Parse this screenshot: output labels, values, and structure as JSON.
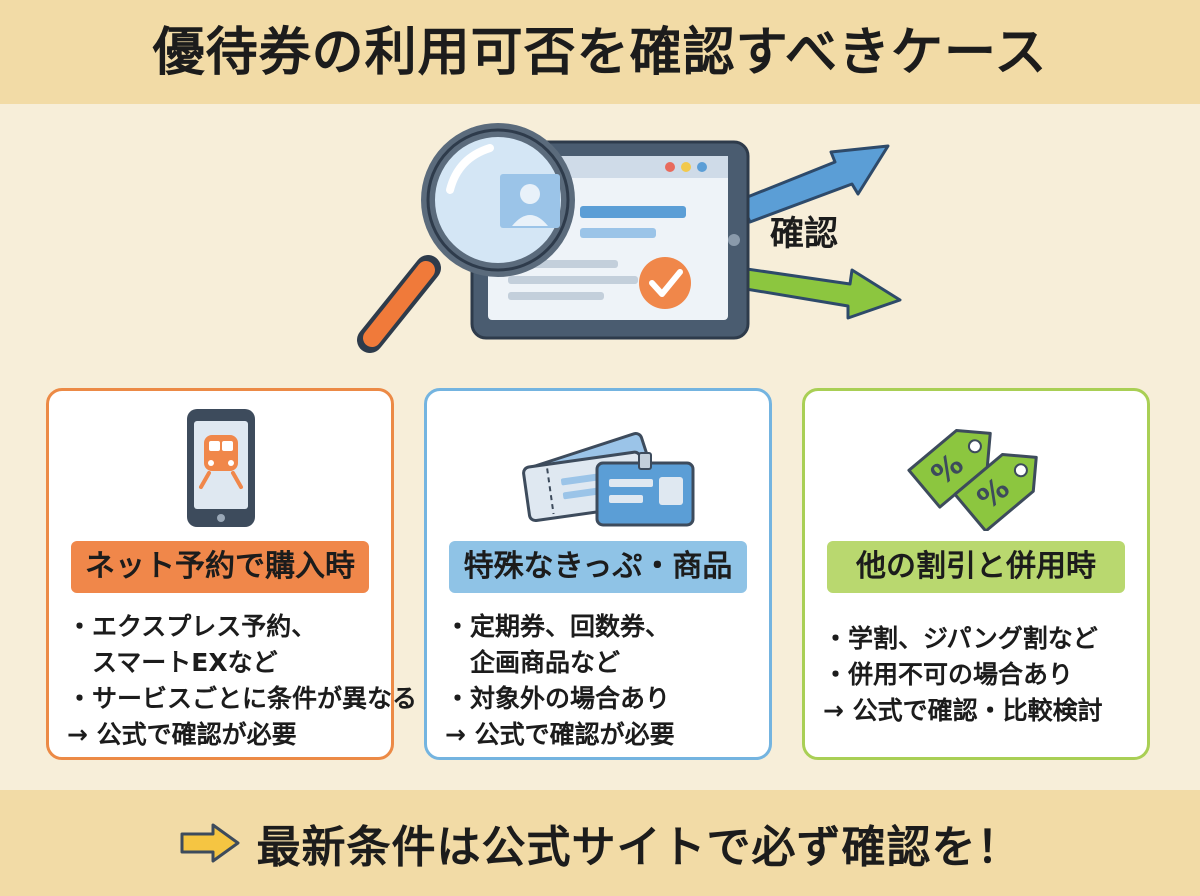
{
  "title": "優待券の利用可否を確認すべきケース",
  "hero": {
    "label": "確認"
  },
  "cards": [
    {
      "label": "ネット予約で購入時",
      "lines": [
        "・エクスプレス予約、",
        "スマートEXなど",
        "・サービスごとに条件が異なる",
        "→ 公式で確認が必要"
      ]
    },
    {
      "label": "特殊なきっぷ・商品",
      "lines": [
        "・定期券、回数券、",
        "企画商品など",
        "・対象外の場合あり",
        "→ 公式で確認が必要"
      ]
    },
    {
      "label": "他の割引と併用時",
      "lines": [
        "・学割、ジパング割など",
        "・併用不可の場合あり",
        "→ 公式で確認・比較検討"
      ]
    }
  ],
  "footer": {
    "text": "最新条件は公式サイトで必ず確認を！"
  },
  "colors": {
    "orange": "#f0874a",
    "blue": "#74b4e0",
    "green": "#a9cf55",
    "background": "#f7eed9",
    "band": "#f2dba6"
  },
  "icons": {
    "hero": [
      "magnifier-icon",
      "tablet-icon",
      "checkmark-icon",
      "arrow-blue-icon",
      "arrow-green-icon"
    ],
    "card1": "smartphone-train-icon",
    "card2": "tickets-id-card-icon",
    "card3": "discount-tags-icon",
    "footer": "right-arrow-icon"
  }
}
